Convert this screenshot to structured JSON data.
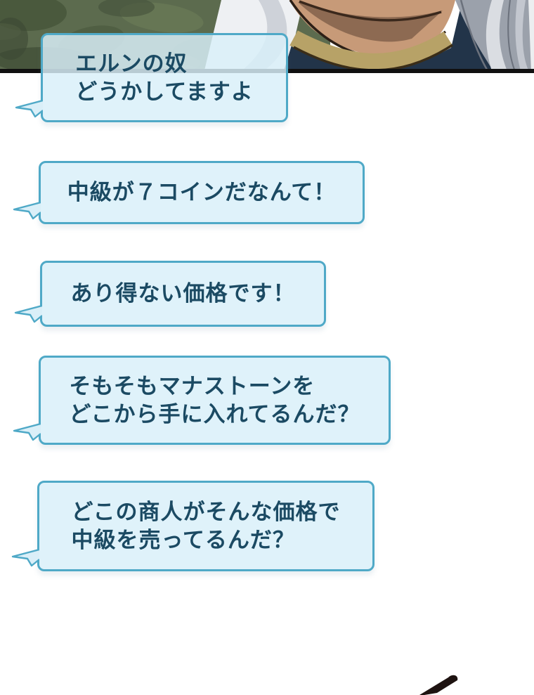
{
  "scene": {
    "kind": "webtoon-comic-strip",
    "panel_description": "close-up of chin and collar of silver-haired character on mottled green background",
    "stick_description": "dark stick tip entering from bottom edge"
  },
  "bubbles": [
    {
      "lines": [
        "エルンの奴",
        "どうかしてますよ"
      ]
    },
    {
      "lines": [
        "中級が７コインだなんて！"
      ]
    },
    {
      "lines": [
        "あり得ない価格です！"
      ]
    },
    {
      "lines": [
        "そもそもマナストーンを",
        "どこから手に入れてるんだ？"
      ]
    },
    {
      "lines": [
        "どこの商人がそんな価格で",
        "中級を売ってるんだ？"
      ]
    }
  ],
  "colors": {
    "bubble_fill": "#d9f0f9",
    "bubble_border": "#4fa9c7",
    "bubble_text": "#1b4a63",
    "panel_green": "#5c6b4e",
    "panel_green_dark": "#46553a",
    "garment_white": "#eef0f3",
    "skin": "#c79a78",
    "skin_shadow": "#8d6a52",
    "collar_khaki": "#b7a267",
    "clothing_navy": "#223449",
    "hair_grey": "#9ba1ab",
    "hair_highlight": "#dadde2",
    "panel_border_black": "#101010",
    "stick_dark": "#1e1311",
    "page_background": "#ffffff"
  }
}
